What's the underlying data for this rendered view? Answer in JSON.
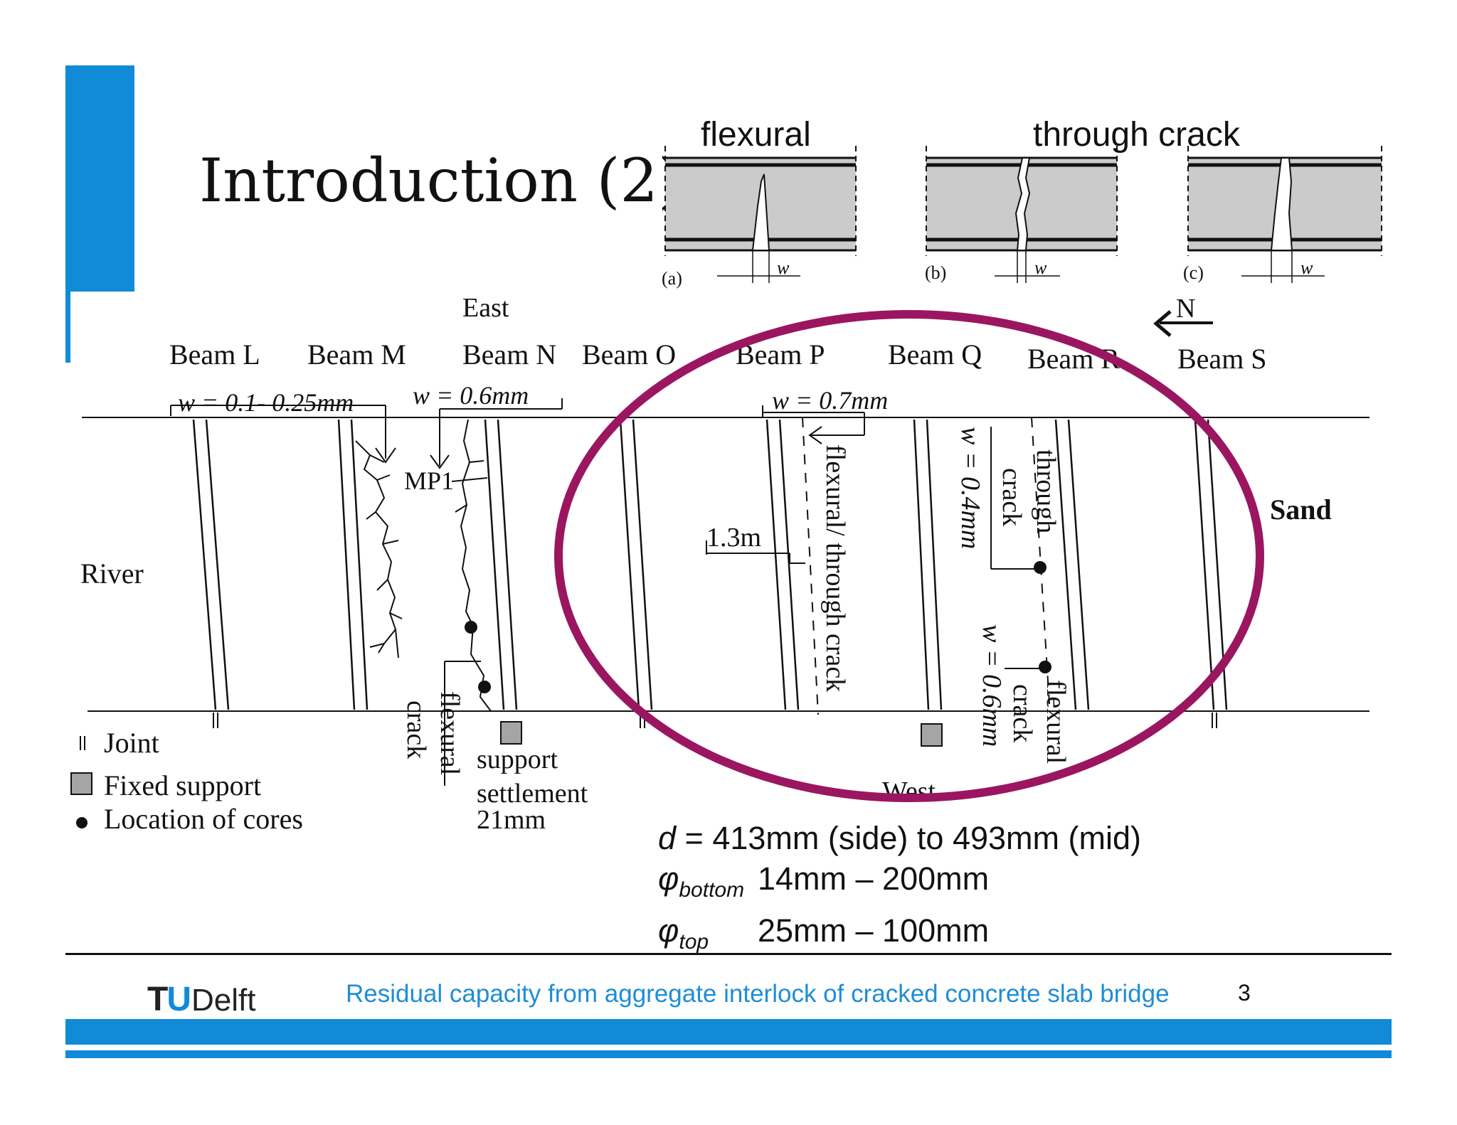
{
  "slide": {
    "title": "Introduction (2)",
    "footer": "Residual capacity from aggregate interlock of cracked concrete slab bridge",
    "page_number": "3",
    "logo": {
      "tu": "TU",
      "delft": "Delft"
    },
    "accent_color": "#118ad8",
    "highlight_color": "#9b1660"
  },
  "crack_types": {
    "flexural_label": "flexural",
    "through_label": "through crack",
    "panels": [
      {
        "id": "(a)",
        "width_label": "w"
      },
      {
        "id": "(b)",
        "width_label": "w"
      },
      {
        "id": "(c)",
        "width_label": "w"
      }
    ]
  },
  "plan": {
    "east": "East",
    "west": "West",
    "river": "River",
    "sand": "Sand",
    "north": "N",
    "beams": [
      "Beam L",
      "Beam M",
      "Beam N",
      "Beam O",
      "Beam P",
      "Beam Q",
      "Beam R",
      "Beam S"
    ],
    "annotations": {
      "w_lm": "w = 0.1- 0.25mm",
      "w_n": "w = 0.6mm",
      "w_p": "w = 0.7mm",
      "mp1": "MP1",
      "dist": "1.3m",
      "flexural_crack_left": [
        "crack",
        "flexural"
      ],
      "support_settlement": [
        "support",
        "settlement",
        "21mm"
      ],
      "flexural_through_crack": "flexural/ through crack",
      "w_q": "w = 0.4mm",
      "through_crack_q": [
        "through",
        "crack"
      ],
      "w_r": "w = 0.6mm",
      "flexural_crack_r": [
        "crack",
        "flexural"
      ]
    },
    "legend": [
      {
        "icon": "joint-icon",
        "label": "Joint"
      },
      {
        "icon": "fixed-support-icon",
        "label": "Fixed support"
      },
      {
        "icon": "core-location-icon",
        "label": "Location of cores"
      }
    ]
  },
  "parameters": {
    "d_symbol": "d",
    "d_text": "= 413mm (side) to 493mm (mid)",
    "phi_bottom_symbol": "φ",
    "phi_bottom_sub": "bottom",
    "phi_bottom_text": "14mm – 200mm",
    "phi_top_symbol": "φ",
    "phi_top_sub": "top",
    "phi_top_text": "25mm – 100mm"
  }
}
